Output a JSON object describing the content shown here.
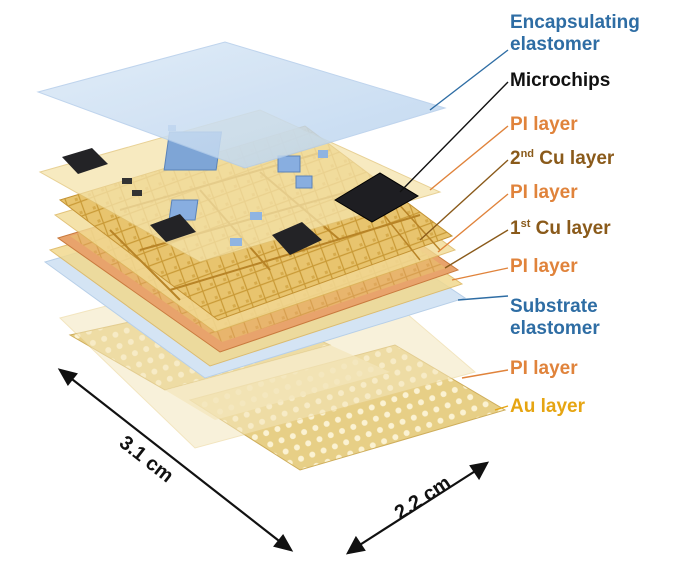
{
  "colors": {
    "elastomer": "#2e6da4",
    "microchips": "#111111",
    "pi": "#e0833b",
    "cu": "#8a5a1a",
    "au": "#e6a512"
  },
  "labels": {
    "encapsulating_1": "Encapsulating",
    "encapsulating_2": "elastomer",
    "microchips": "Microchips",
    "pi_1": "PI layer",
    "cu2_pre": "2",
    "cu2_sup": "nd",
    "cu2_post": " Cu layer",
    "pi_2": "PI layer",
    "cu1_pre": "1",
    "cu1_sup": "st",
    "cu1_post": " Cu layer",
    "pi_3": "PI layer",
    "substrate_1": "Substrate",
    "substrate_2": "elastomer",
    "pi_4": "PI layer",
    "au": "Au layer"
  },
  "dimensions": {
    "length": "3.1 cm",
    "width": "2.2 cm"
  }
}
